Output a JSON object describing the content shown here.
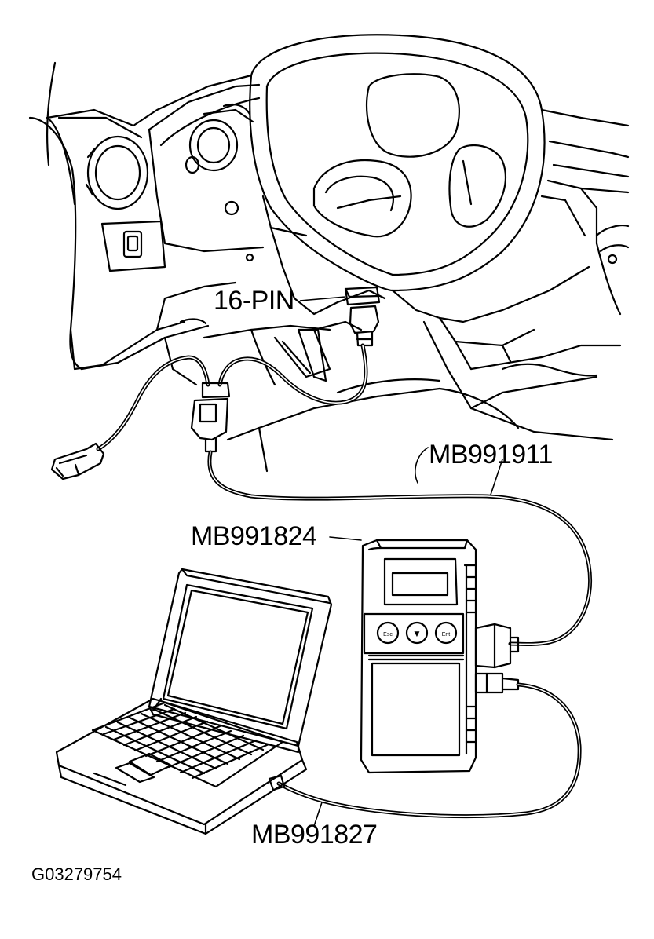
{
  "labels": {
    "connector": "16-PIN",
    "harness": "MB991911",
    "vci": "MB991824",
    "usb_cable": "MB991827",
    "figure_id": "G03279754"
  },
  "vci_buttons": {
    "esc": "Esc",
    "down": "▼",
    "enter": "Ent"
  }
}
